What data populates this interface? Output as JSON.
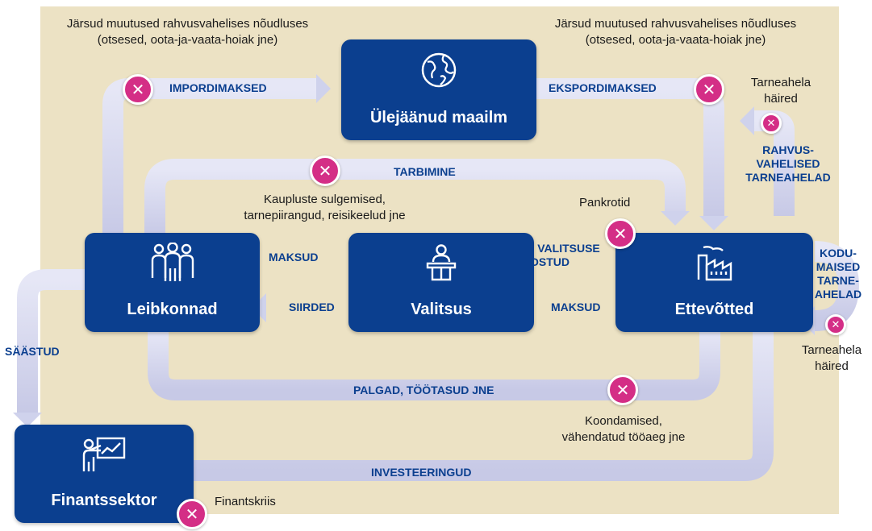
{
  "nodes": {
    "rest_of_world": "Ülejäänud maailm",
    "households": "Leibkonnad",
    "government": "Valitsus",
    "firms": "Ettevõtted",
    "financial": "Finantssektor"
  },
  "flows": {
    "imports": "IMPORDIMAKSED",
    "exports": "EKSPORDIMAKSED",
    "consumption": "TARBIMINE",
    "taxes_households": "MAKSUD",
    "transfers": "SIIRDED",
    "gov_purchases_1": "VALITSUSE",
    "gov_purchases_2": "OSTUD",
    "taxes_firms": "MAKSUD",
    "wages": "PALGAD, TÖÖTASUD JNE",
    "savings": "SÄÄSTUD",
    "investment": "INVESTEERINGUD",
    "intl_supply_1": "RAHVUS-",
    "intl_supply_2": "VAHELISED",
    "intl_supply_3": "TARNEAHELAD",
    "dom_supply_1": "KODU-",
    "dom_supply_2": "MAISED",
    "dom_supply_3": "TARNE-",
    "dom_supply_4": "AHELAD"
  },
  "notes": {
    "demand_left_1": "Järsud muutused rahvusvahelises nõudluses",
    "demand_left_2": "(otsesed, oota-ja-vaata-hoiak jne)",
    "demand_right_1": "Järsud muutused rahvusvahelises nõudluses",
    "demand_right_2": "(otsesed, oota-ja-vaata-hoiak jne)",
    "supply_top_1": "Tarneahela",
    "supply_top_2": "häired",
    "shops_1": "Kaupluste sulgemised,",
    "shops_2": "tarnepiirangud, reisikeelud jne",
    "bankruptcies": "Pankrotid",
    "supply_bottom_1": "Tarneahela",
    "supply_bottom_2": "häired",
    "layoffs_1": "Koondamised,",
    "layoffs_2": "vähendatud tööaeg jne",
    "financial_crisis": "Finantskriis"
  },
  "markers": {
    "disruption_symbol": "✕"
  },
  "colors": {
    "box": "#0b3f8f",
    "label": "#0b3f8f",
    "marker": "#d42e86",
    "background": "#ece2c4",
    "arrow": "#d5d7ee"
  },
  "icons": [
    "globe-icon",
    "people-icon",
    "podium-icon",
    "factory-icon",
    "presentation-icon"
  ]
}
